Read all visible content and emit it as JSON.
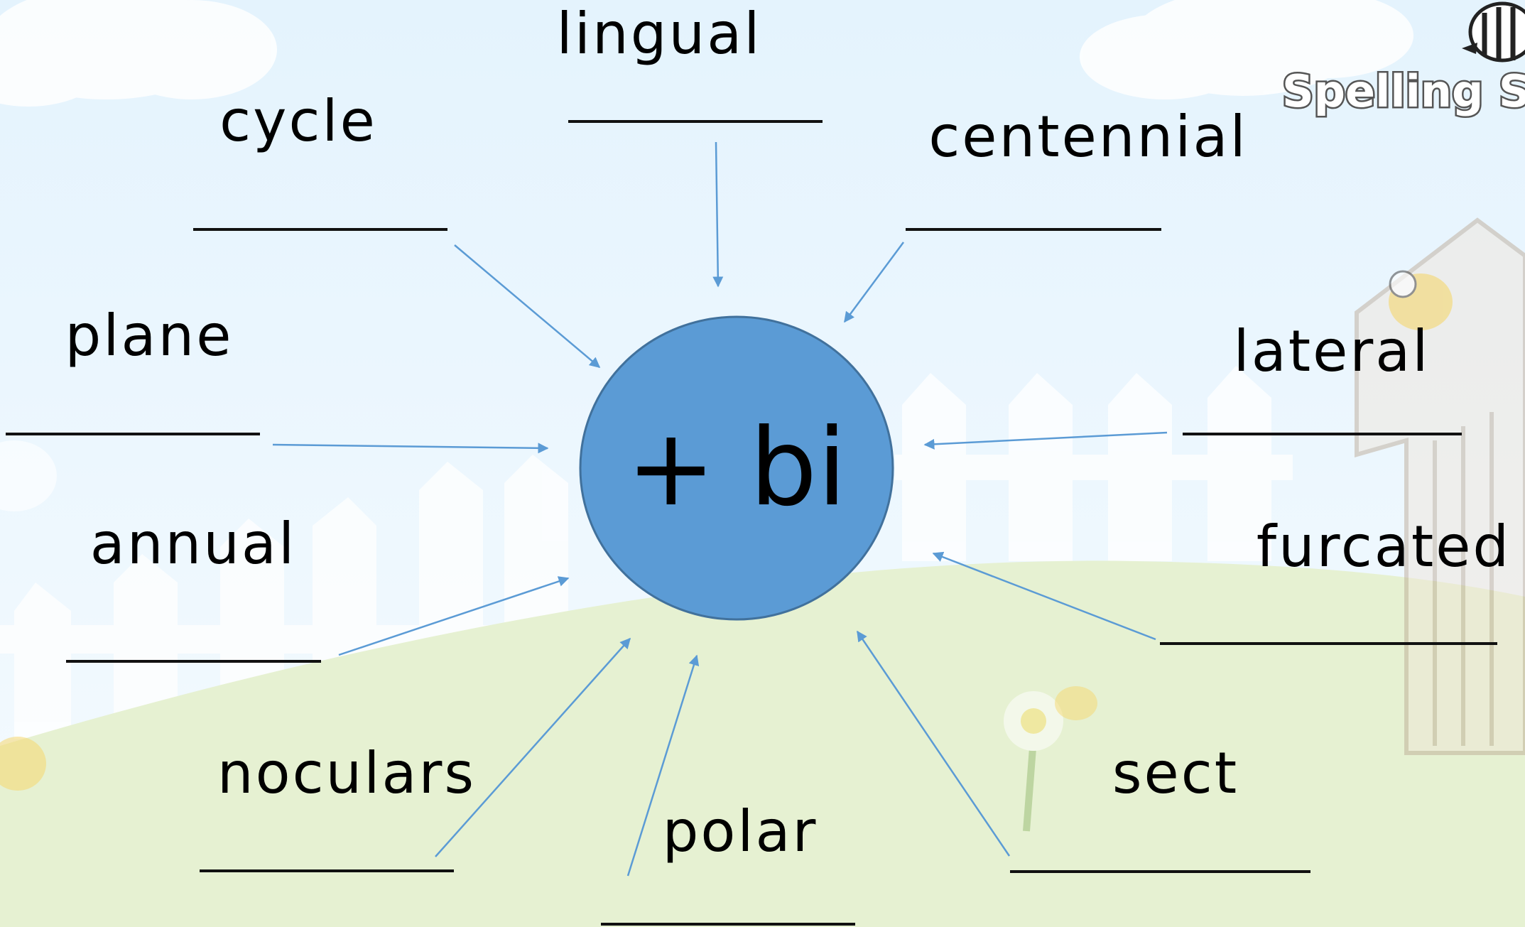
{
  "center": {
    "label": "+ bi"
  },
  "logo": {
    "text": "Spelling Sh"
  },
  "words": [
    {
      "id": "lingual",
      "text": "lingual"
    },
    {
      "id": "cycle",
      "text": "cycle"
    },
    {
      "id": "centennial",
      "text": "centennial"
    },
    {
      "id": "plane",
      "text": "plane"
    },
    {
      "id": "lateral",
      "text": "lateral"
    },
    {
      "id": "annual",
      "text": "annual"
    },
    {
      "id": "furcated",
      "text": "furcated"
    },
    {
      "id": "noculars",
      "text": "noculars"
    },
    {
      "id": "polar",
      "text": "polar"
    },
    {
      "id": "sect",
      "text": "sect"
    }
  ],
  "colors": {
    "circle_fill": "#5b9bd5",
    "circle_stroke": "#41719c",
    "arrow": "#5b9bd5",
    "sky_top": "#dcefff",
    "grass": "#e6f1d2"
  }
}
